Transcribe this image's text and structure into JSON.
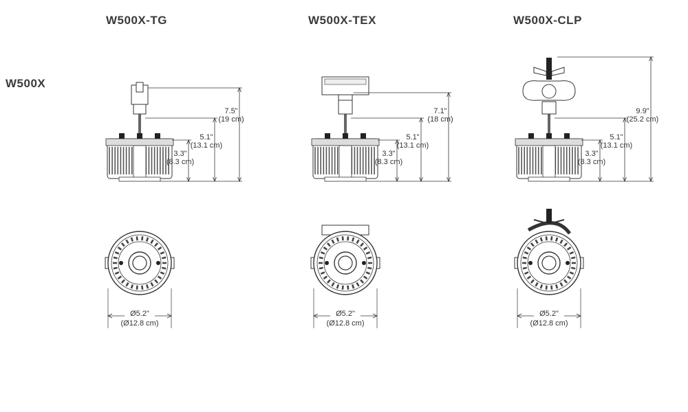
{
  "row_label": "W500X",
  "columns": [
    {
      "title": "W500X-TG",
      "mount": "track-tg",
      "dims": [
        {
          "l1": "7.5\"",
          "l2": "(19 cm)"
        },
        {
          "l1": "5.1\"",
          "l2": "(13.1 cm)"
        },
        {
          "l1": "3.3\"",
          "l2": "(8.3 cm)"
        }
      ],
      "diameter": {
        "l1": "Ø5.2\"",
        "l2": "(Ø12.8 cm)"
      }
    },
    {
      "title": "W500X-TEX",
      "mount": "track-tex",
      "dims": [
        {
          "l1": "7.1\"",
          "l2": "(18 cm)"
        },
        {
          "l1": "5.1\"",
          "l2": "(13.1 cm)"
        },
        {
          "l1": "3.3\"",
          "l2": "(8.3 cm)"
        }
      ],
      "diameter": {
        "l1": "Ø5.2\"",
        "l2": "(Ø12.8 cm)"
      }
    },
    {
      "title": "W500X-CLP",
      "mount": "clamp",
      "dims": [
        {
          "l1": "9.9\"",
          "l2": "(25.2 cm)"
        },
        {
          "l1": "5.1\"",
          "l2": "(13.1 cm)"
        },
        {
          "l1": "3.3\"",
          "l2": "(8.3 cm)"
        }
      ],
      "diameter": {
        "l1": "Ø5.2\"",
        "l2": "(Ø12.8 cm)"
      }
    }
  ],
  "colors": {
    "line": "#333333",
    "fin_fill": "#888888",
    "dark": "#222222"
  }
}
